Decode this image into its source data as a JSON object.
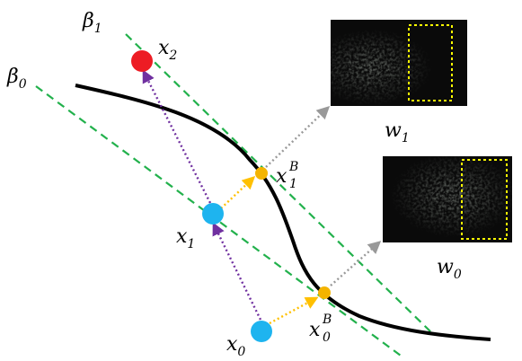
{
  "labels": {
    "beta1": {
      "main": "β",
      "sub": "1"
    },
    "beta0": {
      "main": "β",
      "sub": "0"
    },
    "x2": {
      "main": "x",
      "sub": "2"
    },
    "x1": {
      "main": "x",
      "sub": "1"
    },
    "x0": {
      "main": "x",
      "sub": "0"
    },
    "x1B": {
      "main": "x",
      "sup": "B",
      "sub": "1"
    },
    "x0B": {
      "main": "x",
      "sup": "B",
      "sub": "0"
    },
    "w1": {
      "main": "w",
      "sub": "1"
    },
    "w0": {
      "main": "w",
      "sub": "0"
    }
  },
  "colors": {
    "boundary": "#000000",
    "hyperplane": "#22b14c",
    "point_x2": "#ed1c24",
    "point_x": "#1eb4ef",
    "boundary_point": "#f4b400",
    "step_arrow": "#7030a0",
    "projection_arrow": "#ffc000",
    "image_arrow": "#999999",
    "highlight_box": "#ffff00"
  },
  "icons": {
    "w1_image": "dark-noise-image",
    "w0_image": "dark-noise-image"
  }
}
